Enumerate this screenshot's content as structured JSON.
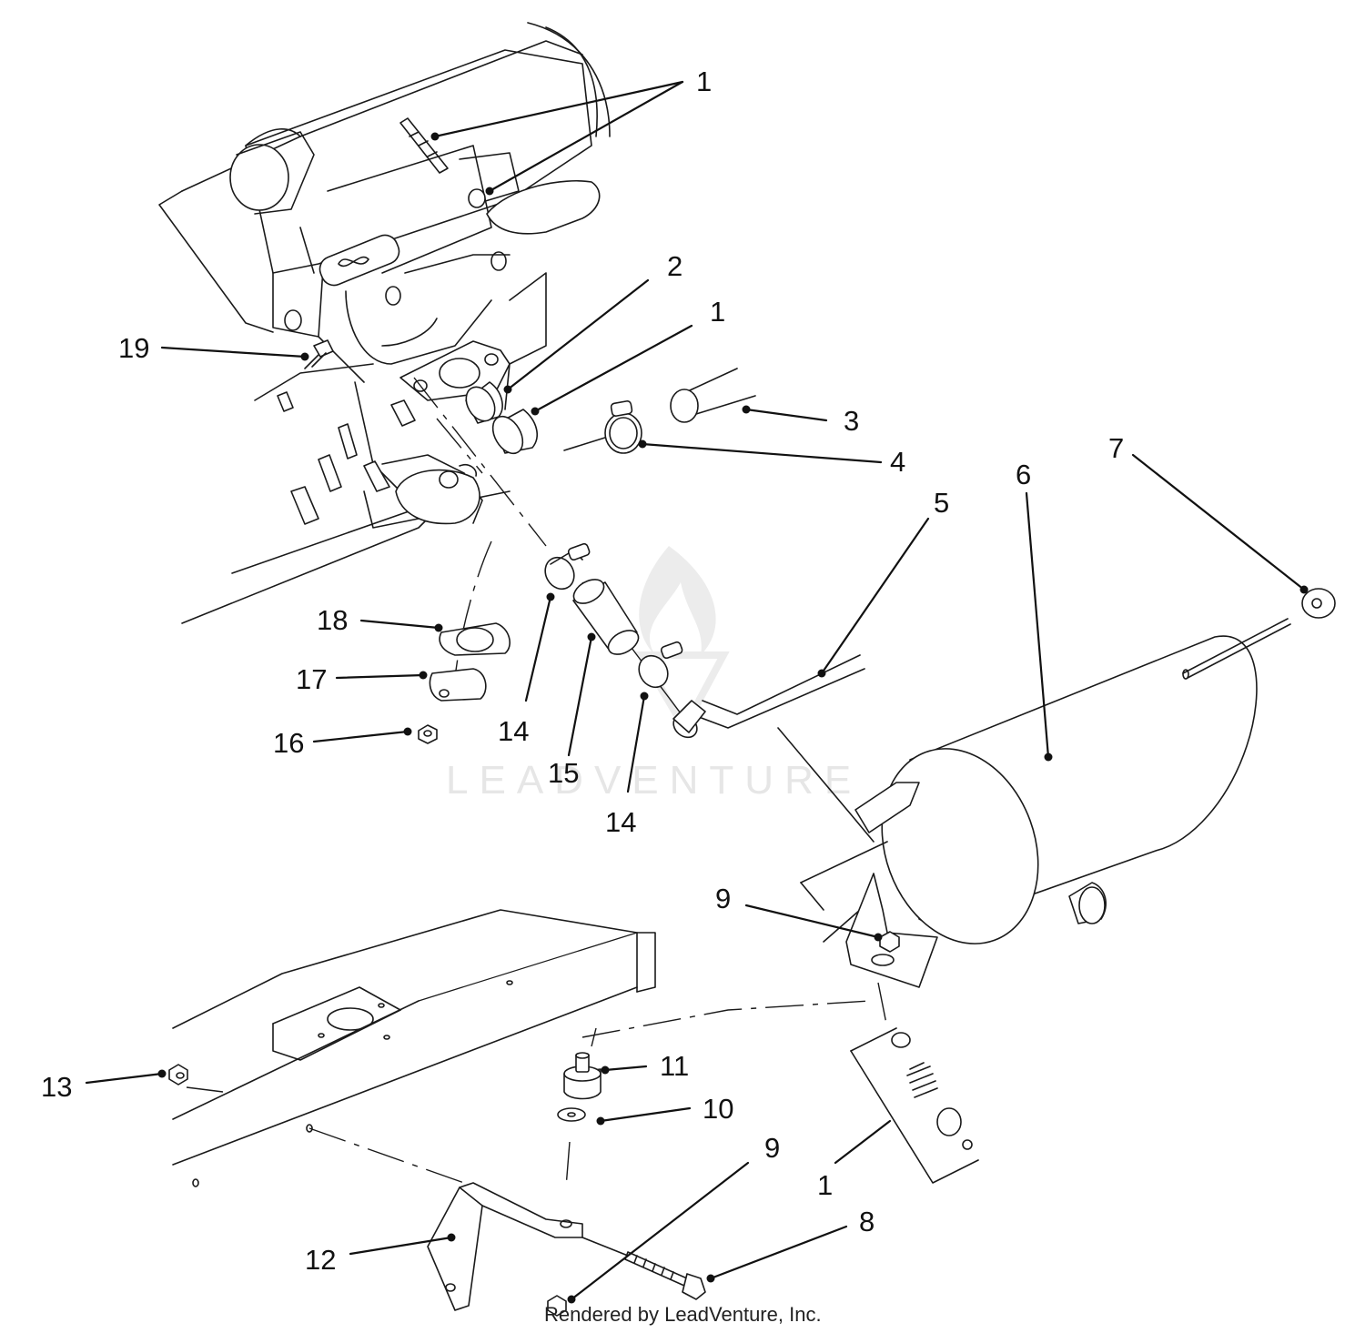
{
  "diagram": {
    "colors": {
      "line": "#1a1a1a",
      "background": "#ffffff",
      "watermark": "#e6e6e6"
    },
    "watermark": "LEADVENTURE",
    "footer": "Rendered by LeadVenture, Inc.",
    "callouts": [
      {
        "id": "c1a",
        "label": "1"
      },
      {
        "id": "c2",
        "label": "2"
      },
      {
        "id": "c1b",
        "label": "1"
      },
      {
        "id": "c19",
        "label": "19"
      },
      {
        "id": "c3",
        "label": "3"
      },
      {
        "id": "c4",
        "label": "4"
      },
      {
        "id": "c5",
        "label": "5"
      },
      {
        "id": "c6",
        "label": "6"
      },
      {
        "id": "c7",
        "label": "7"
      },
      {
        "id": "c18",
        "label": "18"
      },
      {
        "id": "c17",
        "label": "17"
      },
      {
        "id": "c16",
        "label": "16"
      },
      {
        "id": "c14a",
        "label": "14"
      },
      {
        "id": "c15",
        "label": "15"
      },
      {
        "id": "c14b",
        "label": "14"
      },
      {
        "id": "c9a",
        "label": "9"
      },
      {
        "id": "c11",
        "label": "11"
      },
      {
        "id": "c10",
        "label": "10"
      },
      {
        "id": "c13",
        "label": "13"
      },
      {
        "id": "c9b",
        "label": "9"
      },
      {
        "id": "c1c",
        "label": "1"
      },
      {
        "id": "c12",
        "label": "12"
      },
      {
        "id": "c8",
        "label": "8"
      }
    ]
  }
}
